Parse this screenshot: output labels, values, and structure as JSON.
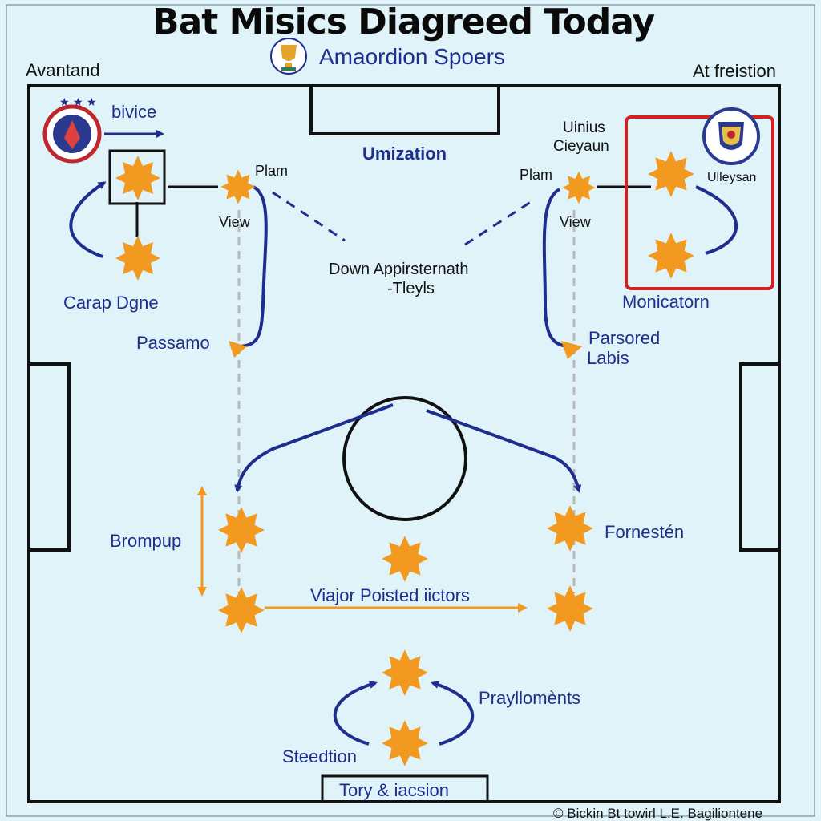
{
  "header": {
    "title": "Bat Misics Diagreed Today",
    "subtitle": "Amaordion Spoers",
    "corner_left": "Avantand",
    "corner_right": "At freistion"
  },
  "labels": {
    "bivice": "bivice",
    "umization": "Umization",
    "uinius": "Uinius",
    "cieyaun": "Cieyaun",
    "plam_left": "Plam",
    "plam_right": "Plam",
    "view_left": "View",
    "view_right": "View",
    "lleysan": "Ulleysan",
    "down_line1": "Down Appirsternath",
    "down_line2": "-Tleyls",
    "carap": "Carap Dgne",
    "monicatorn": "Monicatorn",
    "passamo": "Passamo",
    "parsored1": "Parsored",
    "parsored2": "Labis",
    "brompup": "Brompup",
    "fornesten": "Fornestén",
    "viajor": "Viajor Poisted iictors",
    "prayllomen": "Prayllomènts",
    "steedtion": "Steedtion",
    "goal_box": "Tory & iacsion",
    "copyright": "© Bickin Bt towirl L.E. Bagiliontene"
  },
  "colors": {
    "background": "#dff3f8",
    "line": "#111111",
    "navy": "#1f2d8f",
    "orange": "#f2991f",
    "dashed_gray": "#b9b9b9",
    "highlight_red": "#d42020"
  },
  "icons": [
    "club-crest-left-icon",
    "trophy-icon",
    "club-crest-right-icon",
    "player-star-icon"
  ]
}
